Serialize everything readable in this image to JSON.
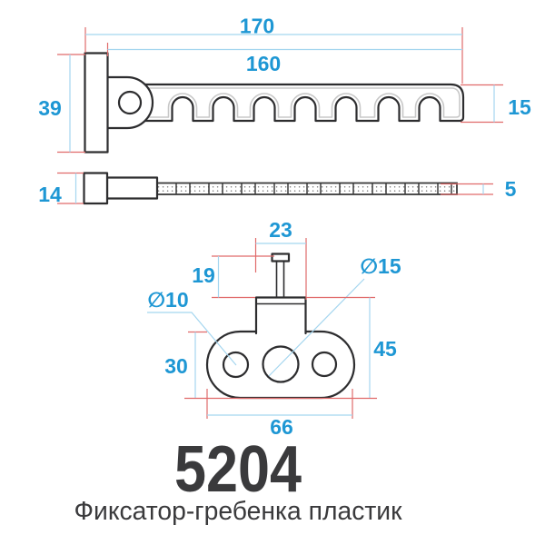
{
  "part": {
    "number": "5204",
    "name": "Фиксатор-гребенка пластик"
  },
  "colors": {
    "dim_text": "#1e97d4",
    "dim_line": "#a5d6ef",
    "ext_line": "#e06a6a",
    "outline": "#2d2d2f",
    "inner_line": "#c8c8c8",
    "segment_line": "#3a3a3a",
    "dot": "#777777",
    "title_text": "#3a3a3c"
  },
  "views": {
    "top_view": {
      "length_total": "170",
      "length_comb": "160",
      "height_bracket": "39",
      "height_comb": "15"
    },
    "side_view": {
      "height_block": "14",
      "height_strip": "5"
    },
    "front_view": {
      "width_neck": "23",
      "height_pin": "19",
      "dia_side_holes": "∅10",
      "dia_center_hole": "∅15",
      "height_plate": "30",
      "height_total": "45",
      "width_plate": "66"
    }
  }
}
